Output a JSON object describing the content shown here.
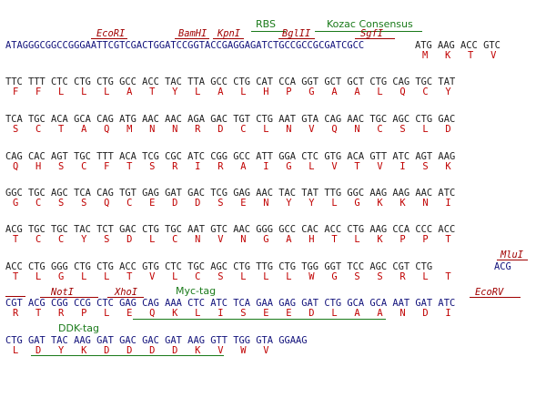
{
  "features": {
    "rbs": "RBS",
    "kozac": "Kozac Consensus",
    "myc_tag": "Myc-tag",
    "ddk_tag": "DDK-tag"
  },
  "sites": {
    "ecori_1": "EcoRI",
    "bamhi": "BamHI",
    "kpni": "KpnI",
    "bglii": "BglII",
    "sgfi": "SgfI",
    "mlui": "MluI",
    "noti": "NotI",
    "xhoi": "XhoI",
    "ecorv": "EcoRV"
  },
  "rows": [
    {
      "id": "row1",
      "leader": "ATAGGGCGGCCGGGAATTCGTCGACTGGATCCGGTACCGAGGAGATCTGCCGCCGCGATCGCC",
      "dna": "ATG AAG ACC GTC",
      "aa": "M   K   T   V"
    },
    {
      "id": "row2",
      "dna": "TTC TTT CTC CTG CTG GCC ACC TAC TTA GCC CTG CAT CCA GGT GCT GCT CTG CAG TGC TAT",
      "aa": "F   F   L   L   L   A   T   Y   L   A   L   H   P   G   A   A   L   Q   C   Y"
    },
    {
      "id": "row3",
      "dna": "TCA TGC ACA GCA CAG ATG AAC AAC AGA GAC TGT CTG AAT GTA CAG AAC TGC AGC CTG GAC",
      "aa": "S   C   T   A   Q   M   N   N   R   D   C   L   N   V   Q   N   C   S   L   D"
    },
    {
      "id": "row4",
      "dna": "CAG CAC AGT TGC TTT ACA TCG CGC ATC CGG GCC ATT GGA CTC GTG ACA GTT ATC AGT AAG",
      "aa": "Q   H   S   C   F   T   S   R   I   R   A   I   G   L   V   T   V   I   S   K"
    },
    {
      "id": "row5",
      "dna": "GGC TGC AGC TCA CAG TGT GAG GAT GAC TCG GAG AAC TAC TAT TTG GGC AAG AAG AAC ATC",
      "aa": "G   C   S   S   Q   C   E   D   D   S   E   N   Y   Y   L   G   K   K   N   I"
    },
    {
      "id": "row6",
      "dna": "ACG TGC TGC TAC TCT GAC CTG TGC AAT GTC AAC GGG GCC CAC ACC CTG AAG CCA CCC ACC",
      "aa": "T   C   C   Y   S   D   L   C   N   V   N   G   A   H   T   L   K   P   P   T"
    },
    {
      "id": "row7",
      "dna": "ACC CTG GGG CTG CTG ACC GTG CTC TGC AGC CTG TTG CTG TGG GGT TCC AGC CGT CTG ",
      "dna_tail": "ACG",
      "aa": "T   L   G   L   L   T   V   L   C   S   L   L   L   W   G   S   S   R   L   T"
    },
    {
      "id": "row8",
      "dna": "CGT ACG CGG CCG CTC GAG CAG AAA CTC ATC TCA GAA GAG GAT CTG GCA GCA AAT GAT ATC",
      "aa": "R   T   R   P   L   E   Q   K   L   I   S   E   E   D   L   A   A   N   D   I"
    },
    {
      "id": "row9",
      "dna": "CTG GAT TAC AAG GAT GAC GAC GAT AAG GTT TGG GTA GGAAG",
      "aa": "L   D   Y   K   D   D   D   D   K   V   W   V"
    }
  ]
}
